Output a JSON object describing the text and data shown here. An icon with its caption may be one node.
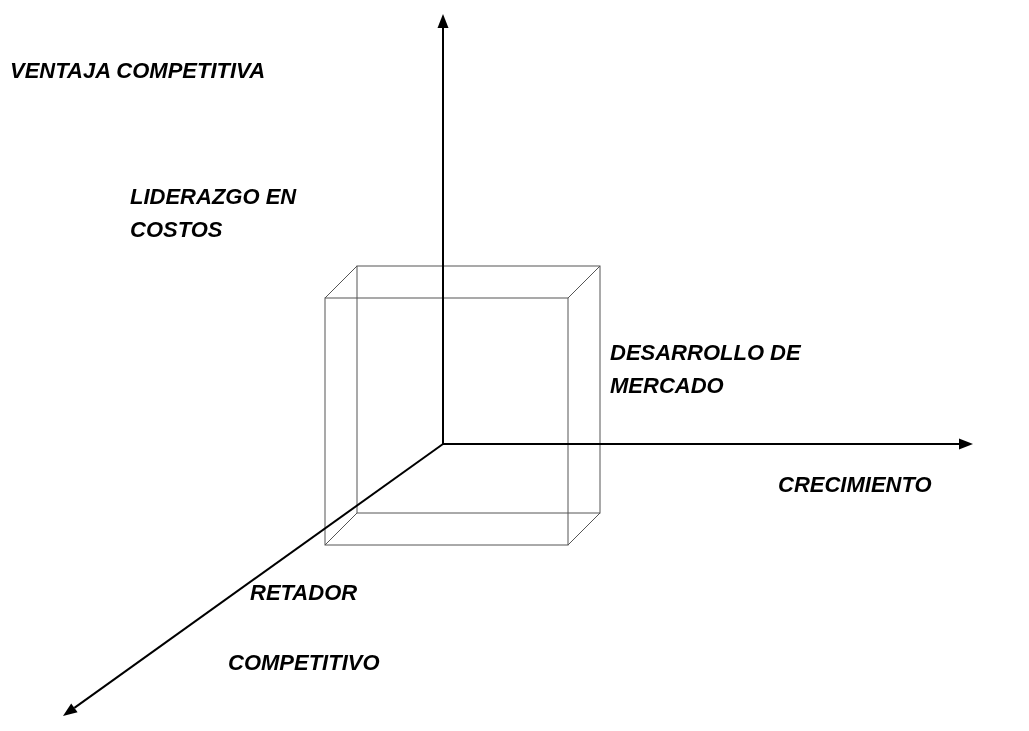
{
  "diagram": {
    "labels": [
      "VENTAJA COMPETITIVA",
      "LIDERAZGO EN COSTOS",
      "DESARROLLO DE MERCADO",
      "CRECIMIENTO",
      "RETADOR",
      "COMPETITIVO"
    ]
  }
}
